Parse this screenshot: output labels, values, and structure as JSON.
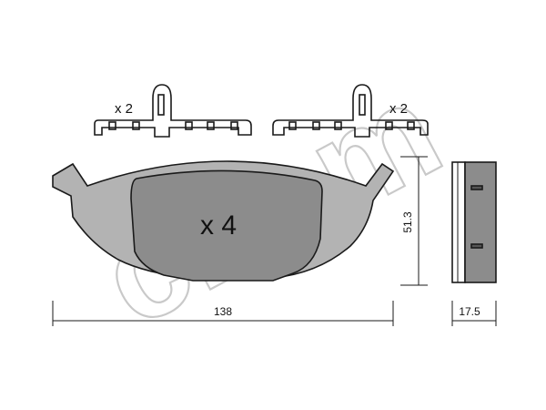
{
  "watermark": {
    "text": "cifam"
  },
  "clips": {
    "left_qty": "x 2",
    "right_qty": "x 2"
  },
  "pad": {
    "qty": "x 4",
    "width_dim": "138",
    "height_dim": "51.3"
  },
  "side_view": {
    "thickness_dim": "17.5"
  },
  "colors": {
    "pad_fill": "#b3b3b3",
    "friction_fill": "#8c8c8c",
    "line": "#1a1a1a",
    "watermark": "#c9c9c9"
  }
}
